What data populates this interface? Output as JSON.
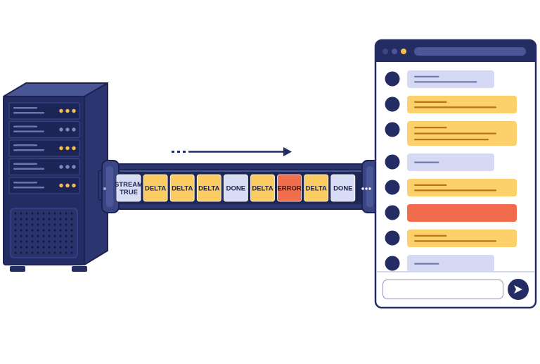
{
  "server": {
    "icon": "server-rack-icon",
    "indicator_colors": {
      "active": "#f7c04a",
      "idle": "#7d87c2"
    },
    "bays": [
      {
        "indicator": "active"
      },
      {
        "indicator": "idle"
      },
      {
        "indicator": "active"
      },
      {
        "indicator": "idle"
      },
      {
        "indicator": "active"
      }
    ]
  },
  "stream": {
    "direction_icon": "arrow-right-icon",
    "overflow_icon": "more-horizontal-icon",
    "events": [
      {
        "lines": [
          "STREAM",
          "TRUE"
        ],
        "kind": "meta"
      },
      {
        "lines": [
          "DELTA"
        ],
        "kind": "delta"
      },
      {
        "lines": [
          "DELTA"
        ],
        "kind": "delta"
      },
      {
        "lines": [
          "DELTA"
        ],
        "kind": "delta"
      },
      {
        "lines": [
          "DONE"
        ],
        "kind": "meta"
      },
      {
        "lines": [
          "DELTA"
        ],
        "kind": "delta"
      },
      {
        "lines": [
          "ERROR"
        ],
        "kind": "error"
      },
      {
        "lines": [
          "DELTA"
        ],
        "kind": "delta"
      },
      {
        "lines": [
          "DONE"
        ],
        "kind": "meta"
      }
    ]
  },
  "chat": {
    "window_icon": "chat-window-icon",
    "send_icon": "send-icon",
    "input_value": "",
    "input_placeholder": "",
    "messages": [
      {
        "kind": "user",
        "text_lines": 2
      },
      {
        "kind": "assistant",
        "text_lines": 2
      },
      {
        "kind": "assistant",
        "text_lines": 3
      },
      {
        "kind": "user",
        "text_lines": 1
      },
      {
        "kind": "assistant",
        "text_lines": 2
      },
      {
        "kind": "error",
        "text_lines": 1
      },
      {
        "kind": "assistant",
        "text_lines": 2
      },
      {
        "kind": "user",
        "text_lines": 1
      }
    ]
  },
  "colors": {
    "navy": "#232c63",
    "navy_light": "#3a4583",
    "meta": "#d9dcf5",
    "delta": "#fbcc62",
    "error": "#f06e4e",
    "user_bubble": "#d6d9f3",
    "assistant_bubble": "#fcd06a",
    "error_bubble": "#f06c4d"
  }
}
